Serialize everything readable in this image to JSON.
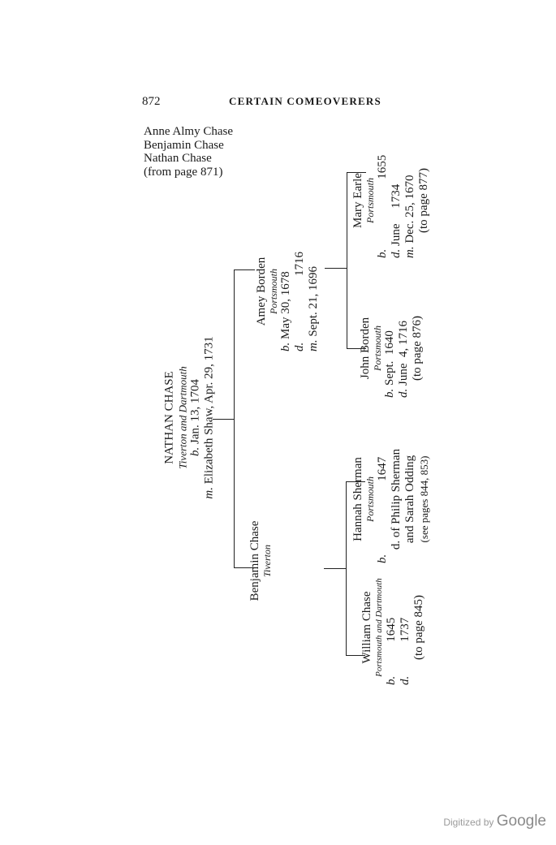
{
  "header": {
    "page_number": "872",
    "running_title": "CERTAIN COMEOVERERS"
  },
  "intro_lines": [
    "Anne Almy Chase",
    "Benjamin Chase",
    "Nathan Chase",
    "(from page 871)"
  ],
  "root": {
    "name": "NATHAN CHASE",
    "place": "Tiverton and Dartmouth",
    "born_prefix": "b.",
    "born": "Jan. 13, 1704",
    "married_prefix": "m.",
    "married": "Elizabeth Shaw, Apr. 29, 1731"
  },
  "father": {
    "name": "Benjamin Chase",
    "place": "Tiverton"
  },
  "mother": {
    "name": "Amey Borden",
    "place": "Portsmouth",
    "born_prefix": "b.",
    "born": "May 30, 1678",
    "died_prefix": "d.",
    "died": "1716",
    "married_prefix": "m.",
    "married": "Sept. 21, 1696"
  },
  "paternal_grandfather": {
    "name": "William Chase",
    "place": "Portsmouth and Dartmouth",
    "born_prefix": "b.",
    "born": "1645",
    "died_prefix": "d.",
    "died": "1737",
    "ref": "(to page 845)"
  },
  "paternal_grandmother": {
    "name": "Hannah Sherman",
    "place": "Portsmouth",
    "born_prefix": "b.",
    "born": "1647",
    "parent_line1": "d. of Philip Sherman",
    "parent_line2": "and Sarah Odding",
    "ref": "(see pages 844, 853)"
  },
  "maternal_grandfather": {
    "name": "John Borden",
    "place": "Portsmouth",
    "born_prefix": "b.",
    "born": "Sept.  1640",
    "died_prefix": "d.",
    "died": "June  4, 1716",
    "ref": "(to page 876)"
  },
  "maternal_grandmother": {
    "name": "Mary Earle",
    "place": "Portsmouth",
    "born_prefix": "b.",
    "born": "1655",
    "died_prefix": "d.",
    "died": "June     1734",
    "married_prefix": "m.",
    "married": "Dec. 25, 1670",
    "ref": "(to page 877)"
  },
  "watermark": {
    "prefix": "Digitized by",
    "brand": "Google"
  }
}
